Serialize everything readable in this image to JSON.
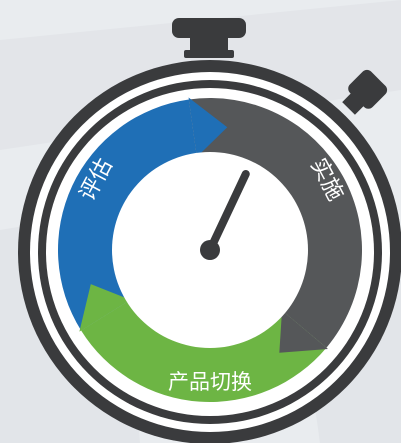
{
  "diagram": {
    "segments": [
      {
        "id": "assess",
        "label": "评估",
        "color": "#1f6fb6"
      },
      {
        "id": "implement",
        "label": "实施",
        "color": "#555759"
      },
      {
        "id": "switch",
        "label": "产品切换",
        "color": "#6db544"
      }
    ],
    "palette": {
      "background": "#e9ecef",
      "rim": "#3a3b3d",
      "rim_gap": "#ffffff",
      "face": "#ffffff",
      "hand": "#3a3b3d",
      "label_text": "#ffffff"
    },
    "hand_reading": 0.07
  }
}
